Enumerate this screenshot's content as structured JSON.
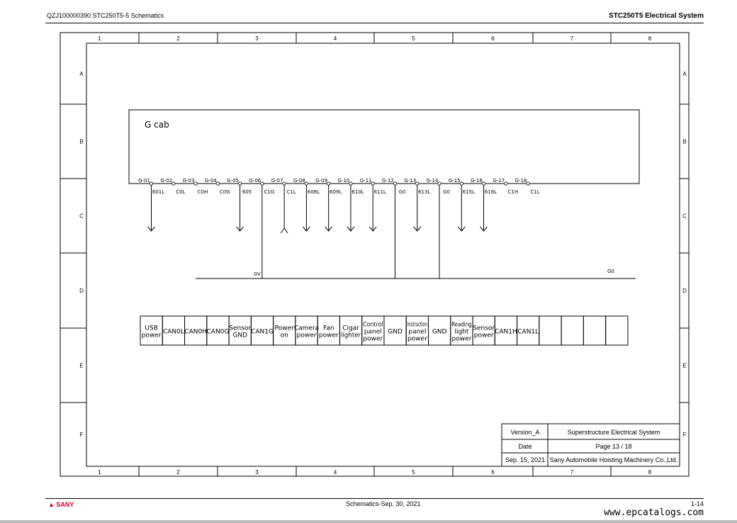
{
  "header": {
    "left": "QZJ100000390 STC250T5-5 Schematics",
    "right": "STC250T5 Electrical System"
  },
  "frame": {
    "columns": [
      "1",
      "2",
      "3",
      "4",
      "5",
      "6",
      "7",
      "8"
    ],
    "rows": [
      "A",
      "B",
      "C",
      "D",
      "E",
      "F"
    ]
  },
  "schematic": {
    "box_label": "G cab",
    "pins": [
      {
        "pin": "G-01",
        "wire": "601L",
        "end": "arrow-down"
      },
      {
        "pin": "G-02",
        "wire": "C0L",
        "end": "none"
      },
      {
        "pin": "G-03",
        "wire": "C0H",
        "end": "none"
      },
      {
        "pin": "G-04",
        "wire": "C0G",
        "end": "none"
      },
      {
        "pin": "G-05",
        "wire": "605",
        "end": "arrow-down"
      },
      {
        "pin": "G-06",
        "wire": "C1G",
        "end": "bus"
      },
      {
        "pin": "G-07",
        "wire": "C1L",
        "end": "fork"
      },
      {
        "pin": "G-08",
        "wire": "608L",
        "end": "arrow-down"
      },
      {
        "pin": "G-09",
        "wire": "609L",
        "end": "arrow-down"
      },
      {
        "pin": "G-10",
        "wire": "610L",
        "end": "arrow-down"
      },
      {
        "pin": "G-11",
        "wire": "611L",
        "end": "arrow-down"
      },
      {
        "pin": "G-12",
        "wire": "G0",
        "end": "bus"
      },
      {
        "pin": "G-13",
        "wire": "613L",
        "end": "arrow-down"
      },
      {
        "pin": "G-14",
        "wire": "G0",
        "end": "bus"
      },
      {
        "pin": "G-15",
        "wire": "615L",
        "end": "arrow-down"
      },
      {
        "pin": "G-16",
        "wire": "616L",
        "end": "arrow-down"
      },
      {
        "pin": "G-17",
        "wire": "C1H",
        "end": "none"
      },
      {
        "pin": "G-18",
        "wire": "C1L",
        "end": "none"
      }
    ],
    "bus_left_label": "0V",
    "bus_right_label": "G0",
    "functions": [
      [
        "USB",
        "power"
      ],
      [
        "CAN0L"
      ],
      [
        "CAN0H"
      ],
      [
        "CAN0G"
      ],
      [
        "Sensor",
        "GND"
      ],
      [
        "CAN1G"
      ],
      [
        "Power",
        "on"
      ],
      [
        "Camera",
        "power"
      ],
      [
        "Fan",
        "power"
      ],
      [
        "Cigar",
        "lighter"
      ],
      [
        "Control",
        "panel",
        "power"
      ],
      [
        "GND"
      ],
      [
        "Instruction",
        "panel",
        "power"
      ],
      [
        "GND"
      ],
      [
        "Reading",
        "light",
        "power"
      ],
      [
        "Sensor",
        "power"
      ],
      [
        "CAN1H"
      ],
      [
        "CAN1L"
      ],
      [],
      [],
      [],
      []
    ]
  },
  "title_block": {
    "version": "Version_A",
    "system": "Superstructure Electrical System",
    "date_label": "Date",
    "page": "Page 13 / 18",
    "date": "Sep. 15, 2021",
    "company": "Sany Automobile Hoisting Machinery Co.,Ltd."
  },
  "footer": {
    "logo": "SANY",
    "center": "Schematics-Sep. 30, 2021",
    "page": "1-14",
    "url": "www.epcatalogs.com"
  }
}
